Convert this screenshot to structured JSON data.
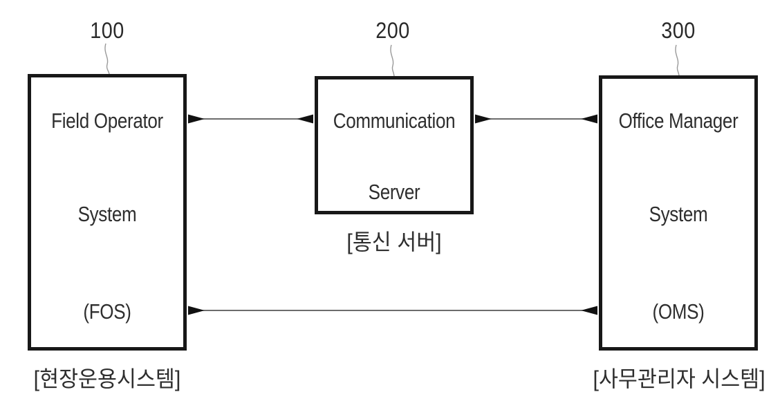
{
  "figure": {
    "type": "block-diagram",
    "colors": {
      "background": "#ffffff",
      "box_border": "#181818",
      "text": "#2e2e2e",
      "arrow_shaft": "#3c3c3c",
      "arrow_head": "#111111",
      "leader_line": "#999999"
    },
    "nodes": {
      "fos": {
        "ref_number": "100",
        "lines": [
          "Field Operator",
          "System",
          "(FOS)"
        ],
        "caption": "[현장운용시스템]"
      },
      "comm": {
        "ref_number": "200",
        "lines": [
          "Communication",
          "Server"
        ],
        "caption": "[통신 서버]"
      },
      "oms": {
        "ref_number": "300",
        "lines": [
          "Office Manager",
          "System",
          "(OMS)"
        ],
        "caption": "[사무관리자 시스템]"
      }
    },
    "connections": [
      {
        "from": "fos",
        "to": "comm",
        "type": "bidirectional-arrow"
      },
      {
        "from": "comm",
        "to": "oms",
        "type": "bidirectional-arrow"
      },
      {
        "from": "fos",
        "to": "oms",
        "type": "bidirectional-arrow"
      }
    ]
  }
}
